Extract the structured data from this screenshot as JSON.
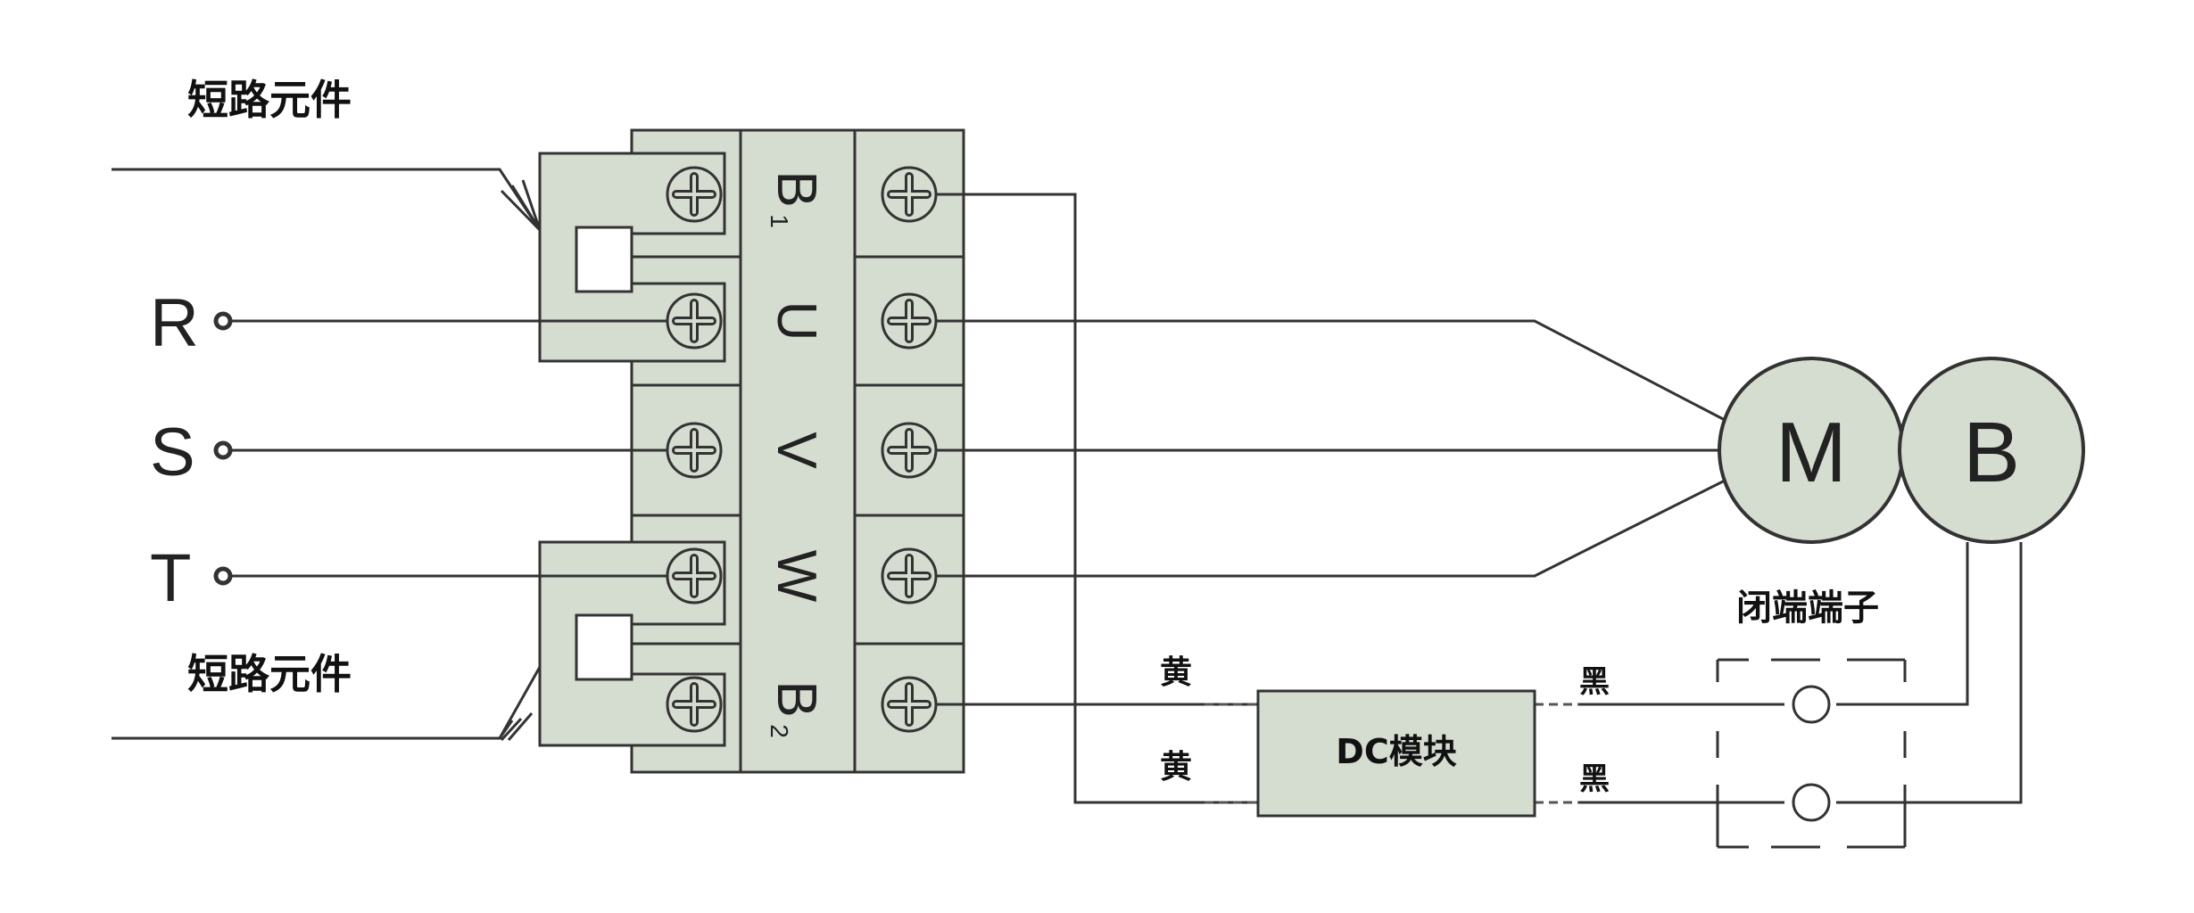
{
  "short_circuit_top_label": "短路元件",
  "short_circuit_bottom_label": "短路元件",
  "phase_inputs": [
    {
      "label": "R"
    },
    {
      "label": "S"
    },
    {
      "label": "T"
    }
  ],
  "terminal_labels": [
    {
      "main": "B",
      "sub": "1"
    },
    {
      "main": "U",
      "sub": ""
    },
    {
      "main": "V",
      "sub": ""
    },
    {
      "main": "W",
      "sub": ""
    },
    {
      "main": "B",
      "sub": "2"
    }
  ],
  "motor_label": "M",
  "brake_label": "B",
  "dc_module_label": "DC模块",
  "wire_yellow_top": "黄",
  "wire_yellow_bottom": "黄",
  "wire_black_top": "黑",
  "wire_black_bottom": "黑",
  "closed_end_terminal_label": "闭端端子",
  "colors": {
    "block_fill": "#d5dcd0",
    "line": "#333333"
  }
}
